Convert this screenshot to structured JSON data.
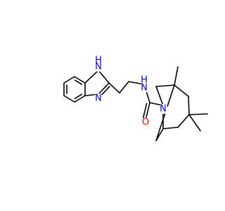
{
  "colors": {
    "background": "#ffffff",
    "bond": "#000000",
    "nitrogen": "#0000ff",
    "oxygen": "#ff0000"
  },
  "molecule": {
    "atoms": [
      {
        "id": "NH",
        "label": "N",
        "sub": "H",
        "element": "N"
      },
      {
        "id": "N3",
        "label": "N",
        "element": "N"
      },
      {
        "id": "Namide",
        "label": "N",
        "sub": "H",
        "element": "N"
      },
      {
        "id": "Nring",
        "label": "N",
        "element": "N"
      },
      {
        "id": "O",
        "label": "O",
        "element": "O"
      }
    ]
  }
}
